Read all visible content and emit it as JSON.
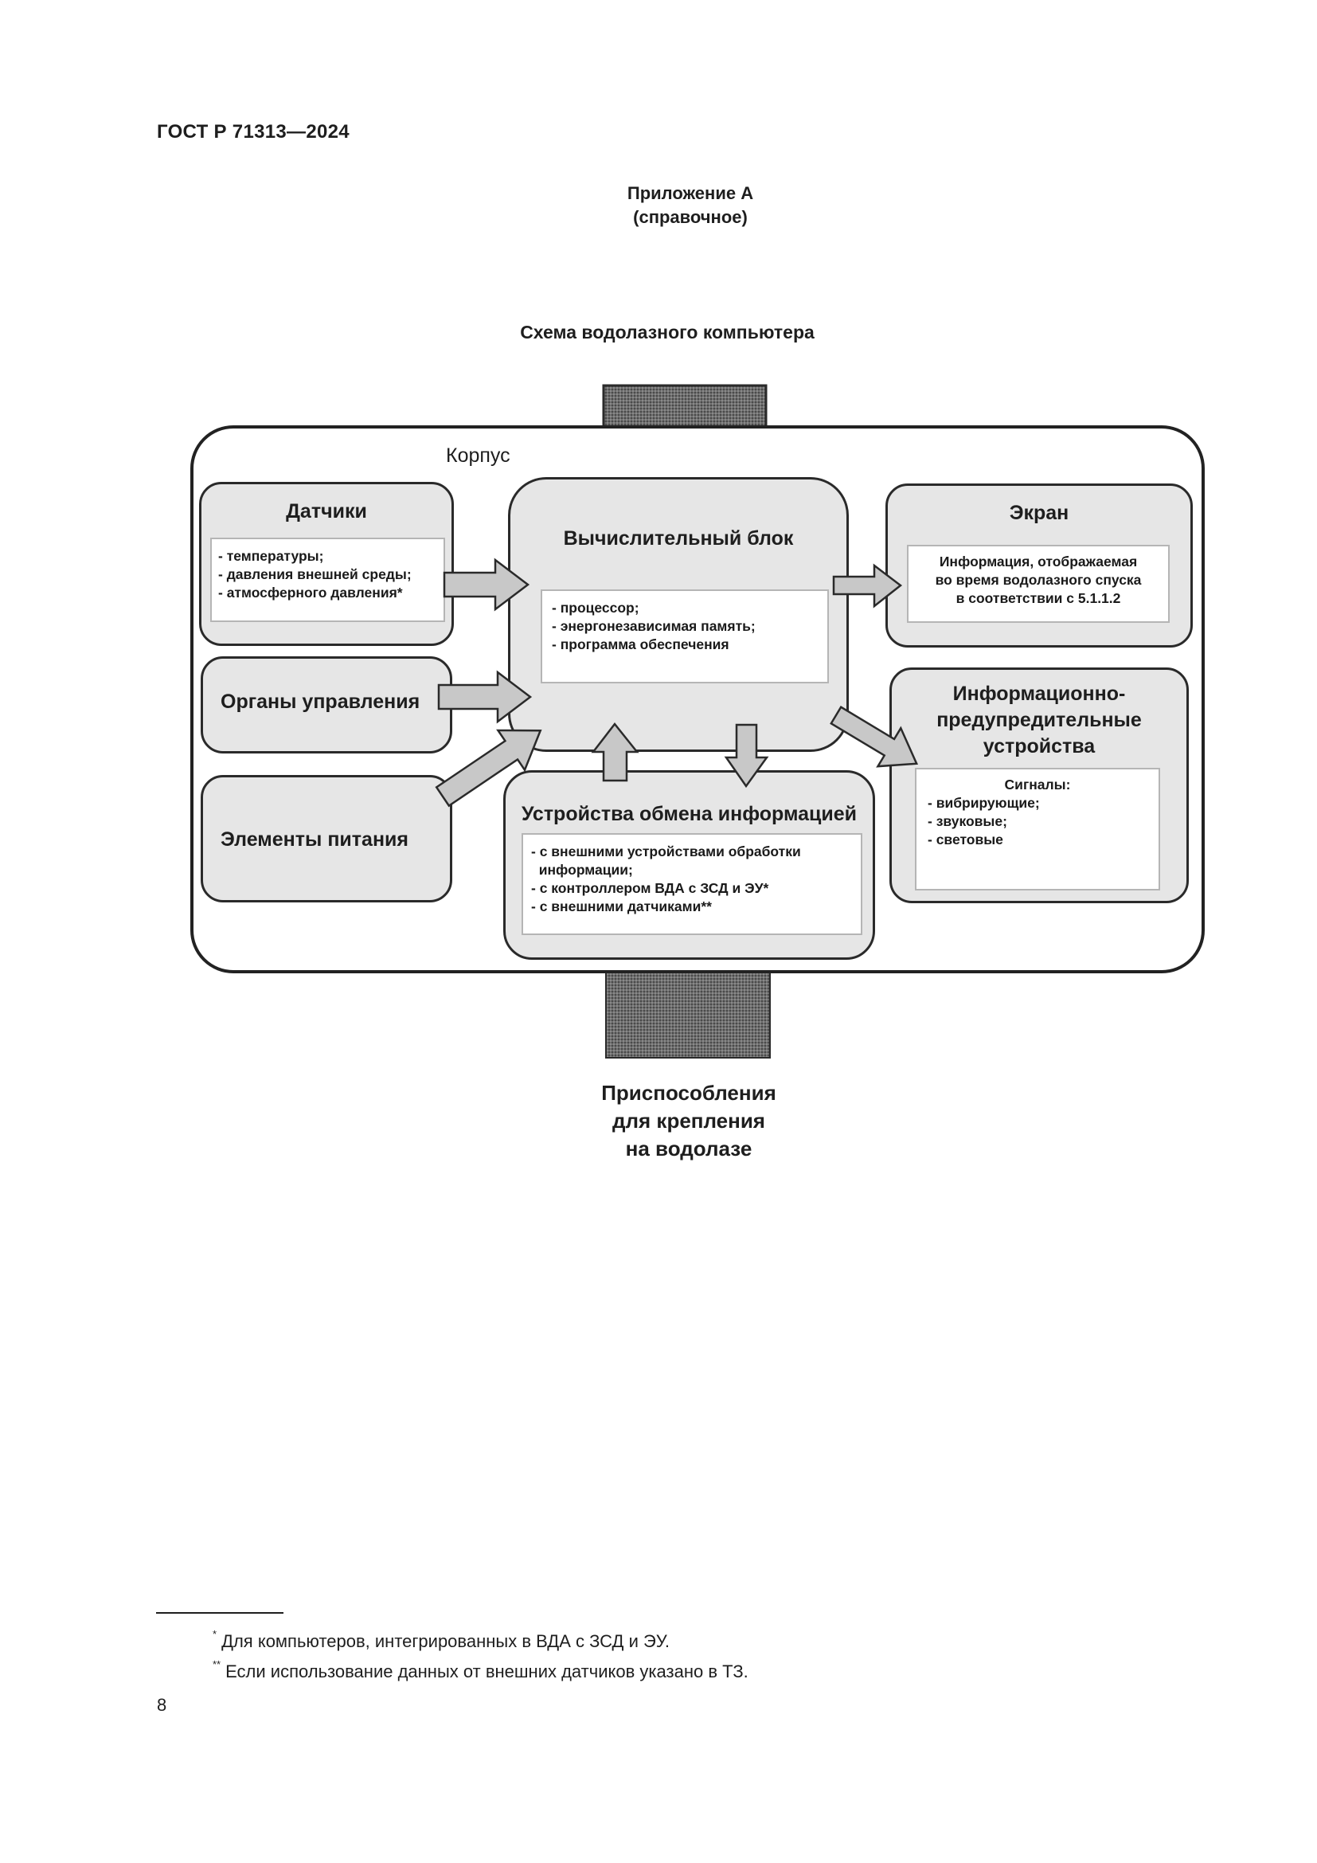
{
  "header": {
    "doc_code": "ГОСТ Р 71313—2024",
    "annex_title": "Приложение А",
    "annex_type": "(справочное)"
  },
  "figure": {
    "title": "Схема водолазного компьютера",
    "corpus_label": "Корпус",
    "blocks": {
      "sensors": {
        "title": "Датчики",
        "items": [
          "- температуры;",
          "- давления внешней среды;",
          "- атмосферного давления*"
        ]
      },
      "controls": {
        "title": "Органы управления"
      },
      "power": {
        "title": "Элементы питания"
      },
      "cpu": {
        "title": "Вычислительный блок",
        "items": [
          "- процессор;",
          "- энергонезависимая память;",
          "- программа обеспечения"
        ]
      },
      "screen": {
        "title": "Экран",
        "text_lines": [
          "Информация, отображаемая",
          "во время водолазного спуска",
          "в соответствии с 5.1.1.2"
        ]
      },
      "warning": {
        "title_lines": [
          "Информационно-",
          "предупредительные",
          "устройства"
        ],
        "signals_label": "Сигналы:",
        "items": [
          "- вибрирующие;",
          "- звуковые;",
          "- световые"
        ]
      },
      "exchange": {
        "title": "Устройства обмена информацией",
        "items": [
          "- с внешними устройствами обработки",
          "  информации;",
          "- с контроллером ВДА с ЗСД и ЭУ*",
          "- с внешними датчиками**"
        ]
      }
    },
    "mount_label_lines": [
      "Приспособления",
      "для крепления",
      "на водолазе"
    ],
    "colors": {
      "block_fill": "#e6e6e6",
      "arrow_fill": "#c8c8c8",
      "strap_fill": "#6a6a6a",
      "outline": "#2a2a2a"
    }
  },
  "footnotes": [
    {
      "mark": "*",
      "text": "Для компьютеров, интегрированных в ВДА с ЗСД и ЭУ."
    },
    {
      "mark": "**",
      "text": "Если использование данных от внешних датчиков указано в ТЗ."
    }
  ],
  "page_number": "8"
}
